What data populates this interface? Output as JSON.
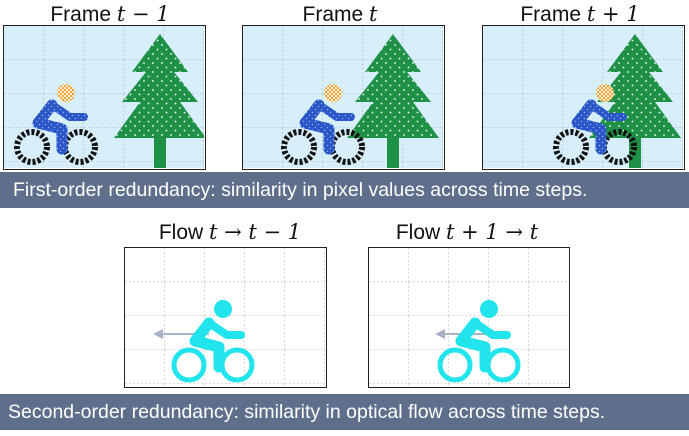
{
  "frames": [
    {
      "label": "Frame ",
      "math": "t − 1"
    },
    {
      "label": "Frame ",
      "math": "t"
    },
    {
      "label": "Frame ",
      "math": "t + 1"
    }
  ],
  "flows": [
    {
      "label": "Flow ",
      "math": "t → t − 1"
    },
    {
      "label": "Flow ",
      "math": "t + 1 → t"
    }
  ],
  "banners": {
    "first": "First-order redundancy: similarity in pixel values across time steps.",
    "second": "Second-order redundancy: similarity in optical flow across time steps."
  },
  "colors": {
    "frame_bg": "#d6effb",
    "tree": "#1e9147",
    "rider": "#2a56c8",
    "head": "#f2a23a",
    "wheel": "#111111",
    "flow_rider": "#22e4ec",
    "arrow": "#a8b2c8",
    "banner": "#5f6f8b"
  }
}
